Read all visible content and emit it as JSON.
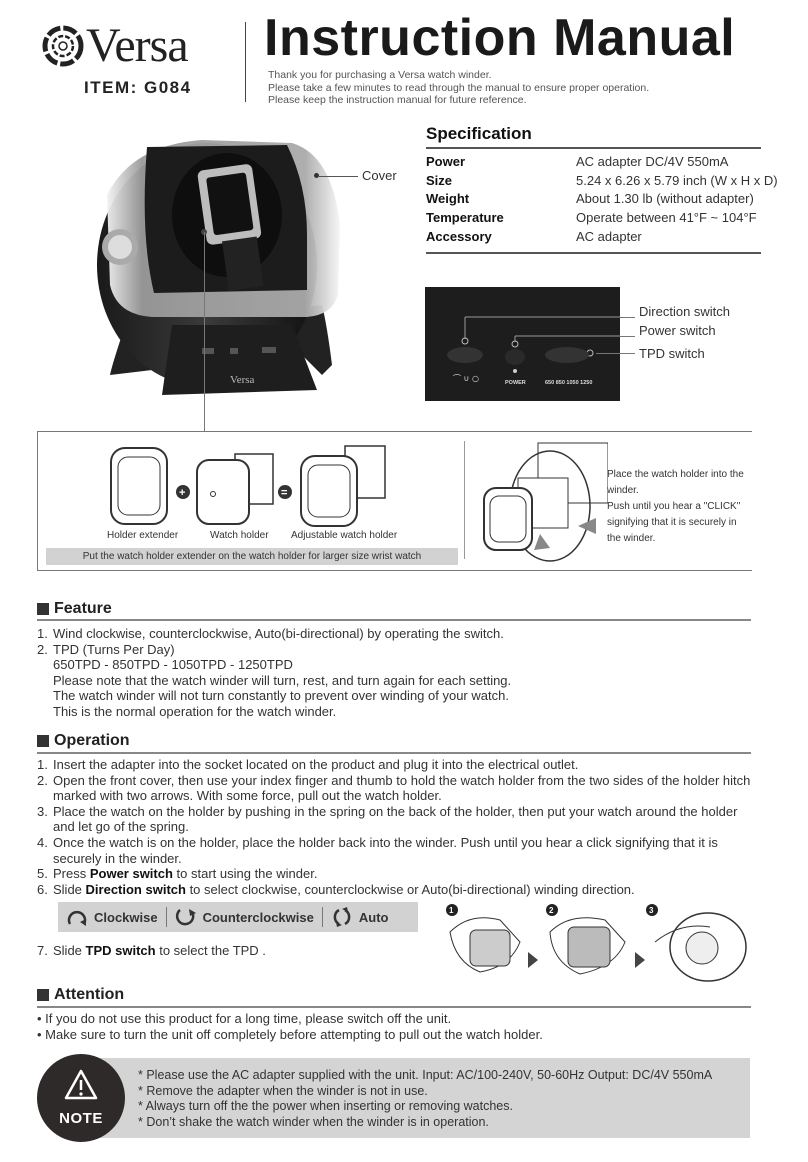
{
  "header": {
    "brand": "Versa",
    "item": "ITEM: G084",
    "title": "Instruction Manual",
    "intro_lines": [
      "Thank you for purchasing a Versa watch winder.",
      "Please take a few minutes to read through the manual to ensure proper operation.",
      "Please keep the instruction manual for future reference."
    ]
  },
  "specification": {
    "title": "Specification",
    "rows": [
      {
        "key": "Power",
        "value": "AC adapter DC/4V 550mA"
      },
      {
        "key": "Size",
        "value": "5.24 x 6.26 x 5.79 inch (W x H x D)"
      },
      {
        "key": "Weight",
        "value": "About 1.30 lb (without adapter)"
      },
      {
        "key": "Temperature",
        "value": "Operate between 41°F ~ 104°F"
      },
      {
        "key": "Accessory",
        "value": "AC adapter"
      }
    ]
  },
  "product_photo": {
    "cover_label": "Cover",
    "base_brand": "Versa"
  },
  "control_panel": {
    "labels": [
      "Direction switch",
      "Power switch",
      "TPD switch"
    ],
    "power_text": "POWER",
    "tpd_values": [
      "650",
      "850",
      "1050",
      "1250"
    ]
  },
  "holder_diagram": {
    "labels": [
      "Holder extender",
      "Watch holder",
      "Adjustable watch holder"
    ],
    "plus": "+",
    "equals": "=",
    "caption": "Put the watch holder extender on the watch holder for larger size wrist watch",
    "insert_text": [
      "Place the watch holder into the winder.",
      "Push until you hear a \"CLICK\" signifying that it is securely in the winder."
    ]
  },
  "feature": {
    "title": "Feature",
    "items": [
      {
        "n": "1.",
        "lines": [
          "Wind clockwise, counterclockwise, Auto(bi-directional) by operating the switch."
        ]
      },
      {
        "n": "2.",
        "lines": [
          "TPD (Turns Per Day)",
          "650TPD - 850TPD - 1050TPD - 1250TPD",
          "Please note that the watch winder will turn, rest, and turn again for each setting.",
          "The watch winder will not turn constantly to prevent over winding of your watch.",
          "This is the normal operation for the watch winder."
        ]
      }
    ]
  },
  "operation": {
    "title": "Operation",
    "items": [
      {
        "n": "1.",
        "text": "Insert the adapter into the socket located on the product and plug it into the electrical outlet."
      },
      {
        "n": "2.",
        "text": "Open the front cover, then use your index finger and thumb to hold the watch holder from the two sides of the holder hitch marked with two arrows. With some force, pull out the watch holder."
      },
      {
        "n": "3.",
        "text": "Place the watch on the holder by pushing in the spring on the back of the holder, then put your watch around the holder and let go of the spring."
      },
      {
        "n": "4.",
        "text": "Once the watch is on the holder, place the holder back into the winder. Push until you hear a click signifying that it is securely in the winder."
      },
      {
        "n": "5.",
        "pre": "Press ",
        "bold": "Power switch",
        "post": " to start using the winder."
      },
      {
        "n": "6.",
        "pre": "Slide ",
        "bold": "Direction switch",
        "post": " to select clockwise, counterclockwise or Auto(bi-directional) winding direction."
      },
      {
        "n": "7.",
        "pre": "Slide ",
        "bold": "TPD switch",
        "post": " to select the TPD ."
      }
    ],
    "directions": [
      {
        "icon": "clockwise-arrow-icon",
        "label": "Clockwise"
      },
      {
        "icon": "counterclockwise-arrow-icon",
        "label": "Counterclockwise"
      },
      {
        "icon": "auto-bidirectional-icon",
        "label": "Auto"
      }
    ],
    "steps": [
      "1",
      "2",
      "3"
    ]
  },
  "attention": {
    "title": "Attention",
    "items": [
      "If you do not use this product for a long time, please switch off the unit.",
      "Make sure to turn the unit off completely before attempting to pull out the watch holder."
    ]
  },
  "note": {
    "label": "NOTE",
    "items": [
      "Please use the AC adapter supplied with the unit. Input: AC/100-240V, 50-60Hz Output: DC/4V 550mA",
      "Remove the adapter when the winder is not in use.",
      "Always turn off the the power when inserting or removing watches.",
      "Don’t shake the watch winder when the winder is in operation."
    ]
  }
}
